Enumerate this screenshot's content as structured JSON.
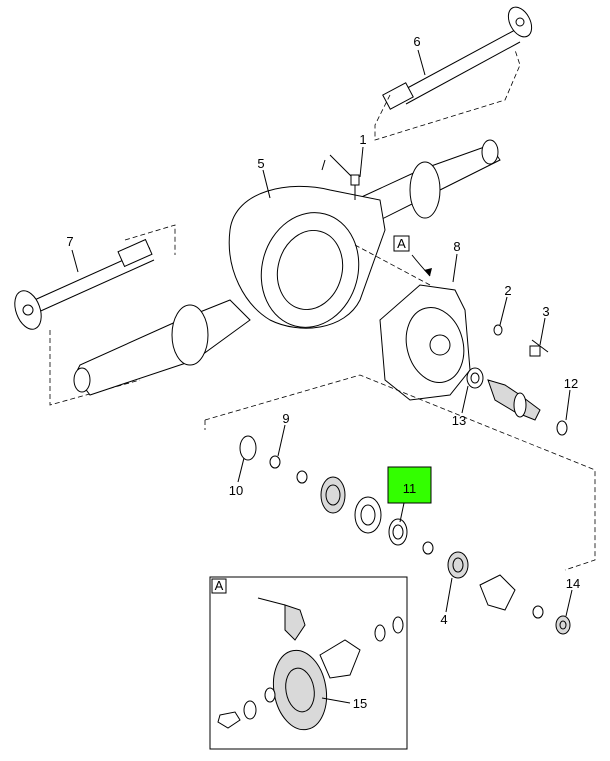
{
  "diagram": {
    "callouts": [
      {
        "id": "1",
        "label": "1"
      },
      {
        "id": "2",
        "label": "2"
      },
      {
        "id": "3",
        "label": "3"
      },
      {
        "id": "4",
        "label": "4"
      },
      {
        "id": "5",
        "label": "5"
      },
      {
        "id": "6",
        "label": "6"
      },
      {
        "id": "7",
        "label": "7"
      },
      {
        "id": "8",
        "label": "8"
      },
      {
        "id": "9",
        "label": "9"
      },
      {
        "id": "10",
        "label": "10"
      },
      {
        "id": "11",
        "label": "11"
      },
      {
        "id": "12",
        "label": "12"
      },
      {
        "id": "13",
        "label": "13"
      },
      {
        "id": "14",
        "label": "14"
      },
      {
        "id": "15",
        "label": "15"
      }
    ],
    "view_marker": "A",
    "inset_marker": "A",
    "highlight_color": "#33ff00"
  }
}
